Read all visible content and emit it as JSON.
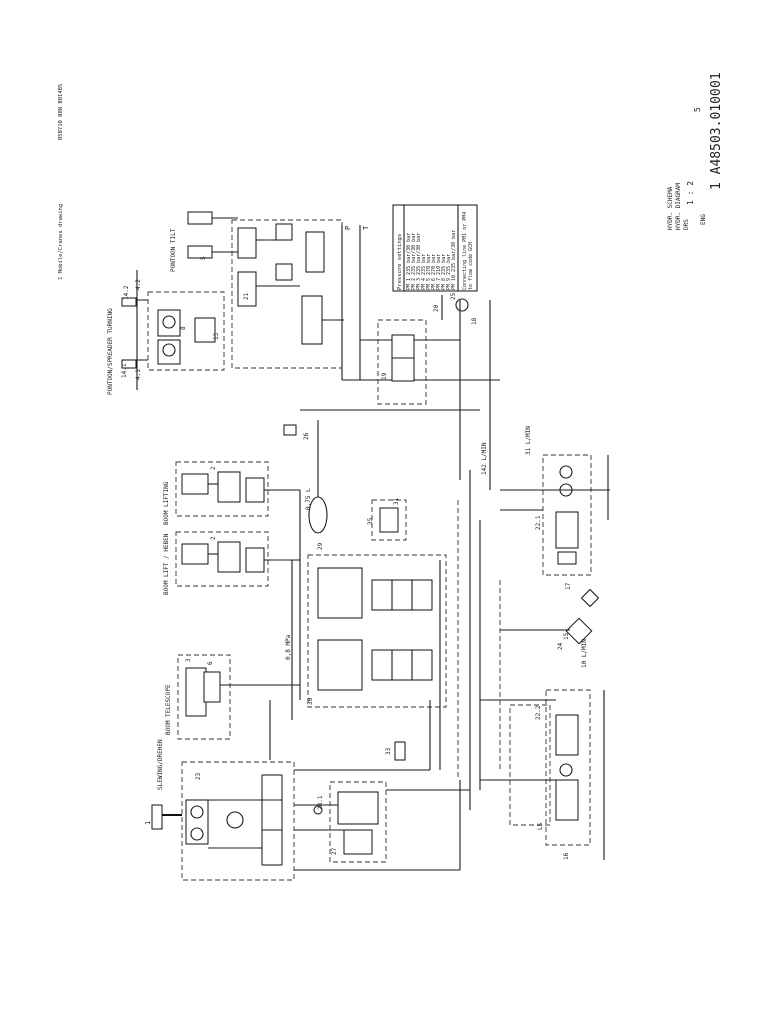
{
  "title_block": {
    "doc_number": "1 A48503.0100",
    "rev": "01",
    "sheet": "5",
    "scale_line": "1 : 2",
    "header_note": "1 Mobile/Cranes drawing",
    "side_code": "B5B710 B0N B0I4B5",
    "info_lines": [
      "HYDR. SCHEMA",
      "HYDR. DIAGRAM",
      "DRS",
      "ENG"
    ]
  },
  "pressure_table": {
    "title": "Pressure settings",
    "rows": [
      "PM 1 235 bar/30 bar",
      "PM 2 235 bar/30 bar",
      "PM 3 235 bar/30 bar",
      "PM 4 235 bar",
      "PM 5 270 bar",
      "PM 6 270 bar",
      "PM 7 210 bar",
      "PM 8 235 bar",
      "PM 9 235 bar",
      "PM 10 235 bar/30 bar"
    ],
    "note1": "Connecting line PM1 or PM4",
    "note2": "to flow code GCH"
  },
  "sections": {
    "slewing": "SLEWING/DREHEN",
    "telescope": "BOOM TELESCOPE",
    "lifting": "BOOM LIFT / HEBEN",
    "main_lift": "BOOM LIFTING",
    "pontoon": "PONTOON TILT",
    "turning": "PONTOON/SPREADER TURNING"
  },
  "labels": {
    "flow_142": "142 L/MIN",
    "flow_31": "31 L/MIN",
    "flow_10": "10 L/MIN",
    "acc": "0.75 L",
    "press_ann": "0,8 MPa",
    "lab_1": "1",
    "lab_2": "2",
    "lab_3": "3",
    "lab_5": "5",
    "lab_6": "6",
    "lab_8": "8",
    "lab_13": "13",
    "lab_15": "15",
    "lab_16": "16",
    "lab_17": "17",
    "lab_18": "18",
    "lab_19": "19",
    "lab_20": "20",
    "lab_21": "21",
    "lab_22_1": "22.1",
    "lab_22_2": "22.2",
    "lab_23": "23",
    "lab_24": "24",
    "lab_25": "25",
    "lab_26": "26",
    "lab_27": "27",
    "lab_28": "28.1",
    "lab_29": "29",
    "lab_30": "30",
    "lab_31": "31",
    "lab_33": "33",
    "lab_35": "35",
    "lab_14_1": "14.1",
    "lab_14_2": "14.2",
    "lab_4_1": "4.1",
    "lab_4_2": "4.2",
    "lab_T": "T",
    "lab_P": "P",
    "lab_LS": "LS"
  }
}
